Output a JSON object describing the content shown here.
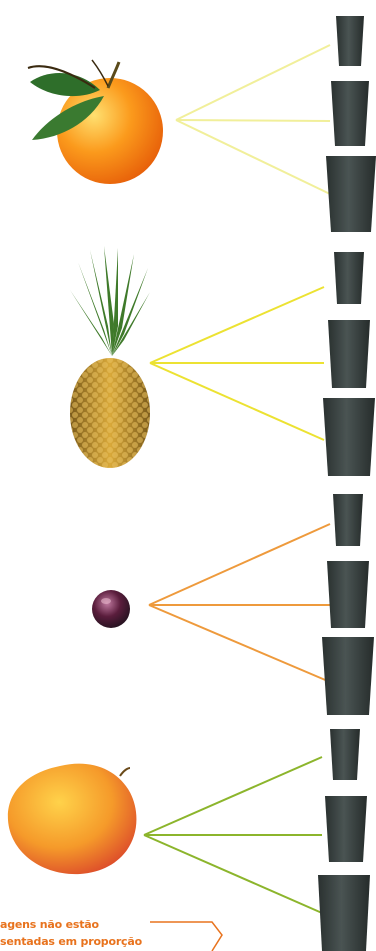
{
  "note": {
    "line1": "agens não estão",
    "line2": "sentadas em proporção"
  },
  "colors": {
    "orange_lines": "#f1ef9a",
    "pineapple_lines": "#ece232",
    "acai_lines": "#ee9a3c",
    "mango_lines": "#8cb52c",
    "cup": "#3c4544",
    "note_text": "#e8731e"
  },
  "groups": [
    {
      "fruit": "orange-fruit",
      "cups": [
        "small-cup",
        "medium-cup",
        "large-cup"
      ]
    },
    {
      "fruit": "pineapple-fruit",
      "cups": [
        "small-cup",
        "medium-cup",
        "large-cup"
      ]
    },
    {
      "fruit": "acai-fruit",
      "cups": [
        "small-cup",
        "medium-cup",
        "large-cup"
      ]
    },
    {
      "fruit": "mango-fruit",
      "cups": [
        "small-cup",
        "medium-cup",
        "large-cup"
      ]
    }
  ]
}
